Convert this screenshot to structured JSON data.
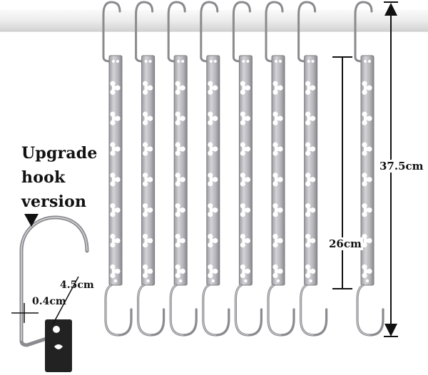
{
  "product": {
    "hanger_count": 8,
    "holes_per_hanger": 7,
    "colors": {
      "rod": "#ececec",
      "rod_edge": "#cfcfcf",
      "metal": "#b8b8bc",
      "metal_dark": "#7c7c82",
      "hook_wire": "#8a8a8f",
      "detail_plate": "#222222",
      "dimension_line": "#111111"
    }
  },
  "callout": {
    "line1": "Upgrade",
    "line2": "hook",
    "line3": "version",
    "arrow_icon": "down-triangle-icon"
  },
  "dimensions": {
    "total_length": "37.5cm",
    "body_length": "26cm",
    "hook_height": "4.5cm",
    "wire_thickness": "0.4cm"
  }
}
